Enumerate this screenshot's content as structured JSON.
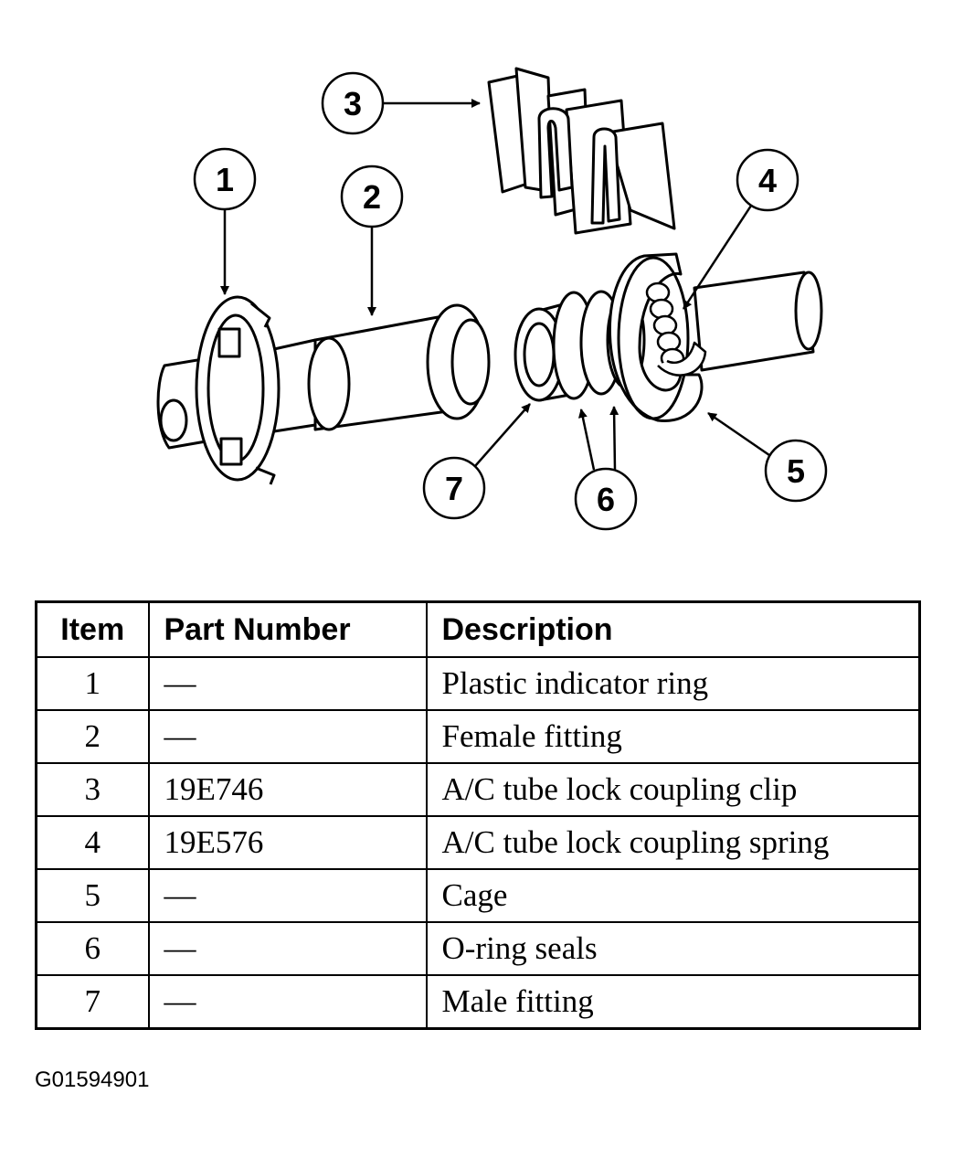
{
  "callouts": [
    "1",
    "2",
    "3",
    "4",
    "5",
    "6",
    "7"
  ],
  "table": {
    "headers": {
      "item": "Item",
      "part_number": "Part Number",
      "description": "Description"
    },
    "rows": [
      {
        "item": "1",
        "part_number": "—",
        "description": "Plastic indicator ring"
      },
      {
        "item": "2",
        "part_number": "—",
        "description": "Female fitting"
      },
      {
        "item": "3",
        "part_number": "19E746",
        "description": "A/C tube lock coupling clip"
      },
      {
        "item": "4",
        "part_number": "19E576",
        "description": "A/C tube lock coupling spring"
      },
      {
        "item": "5",
        "part_number": "—",
        "description": "Cage"
      },
      {
        "item": "6",
        "part_number": "—",
        "description": "O-ring seals"
      },
      {
        "item": "7",
        "part_number": "—",
        "description": "Male fitting"
      }
    ]
  },
  "figure_id": "G01594901"
}
